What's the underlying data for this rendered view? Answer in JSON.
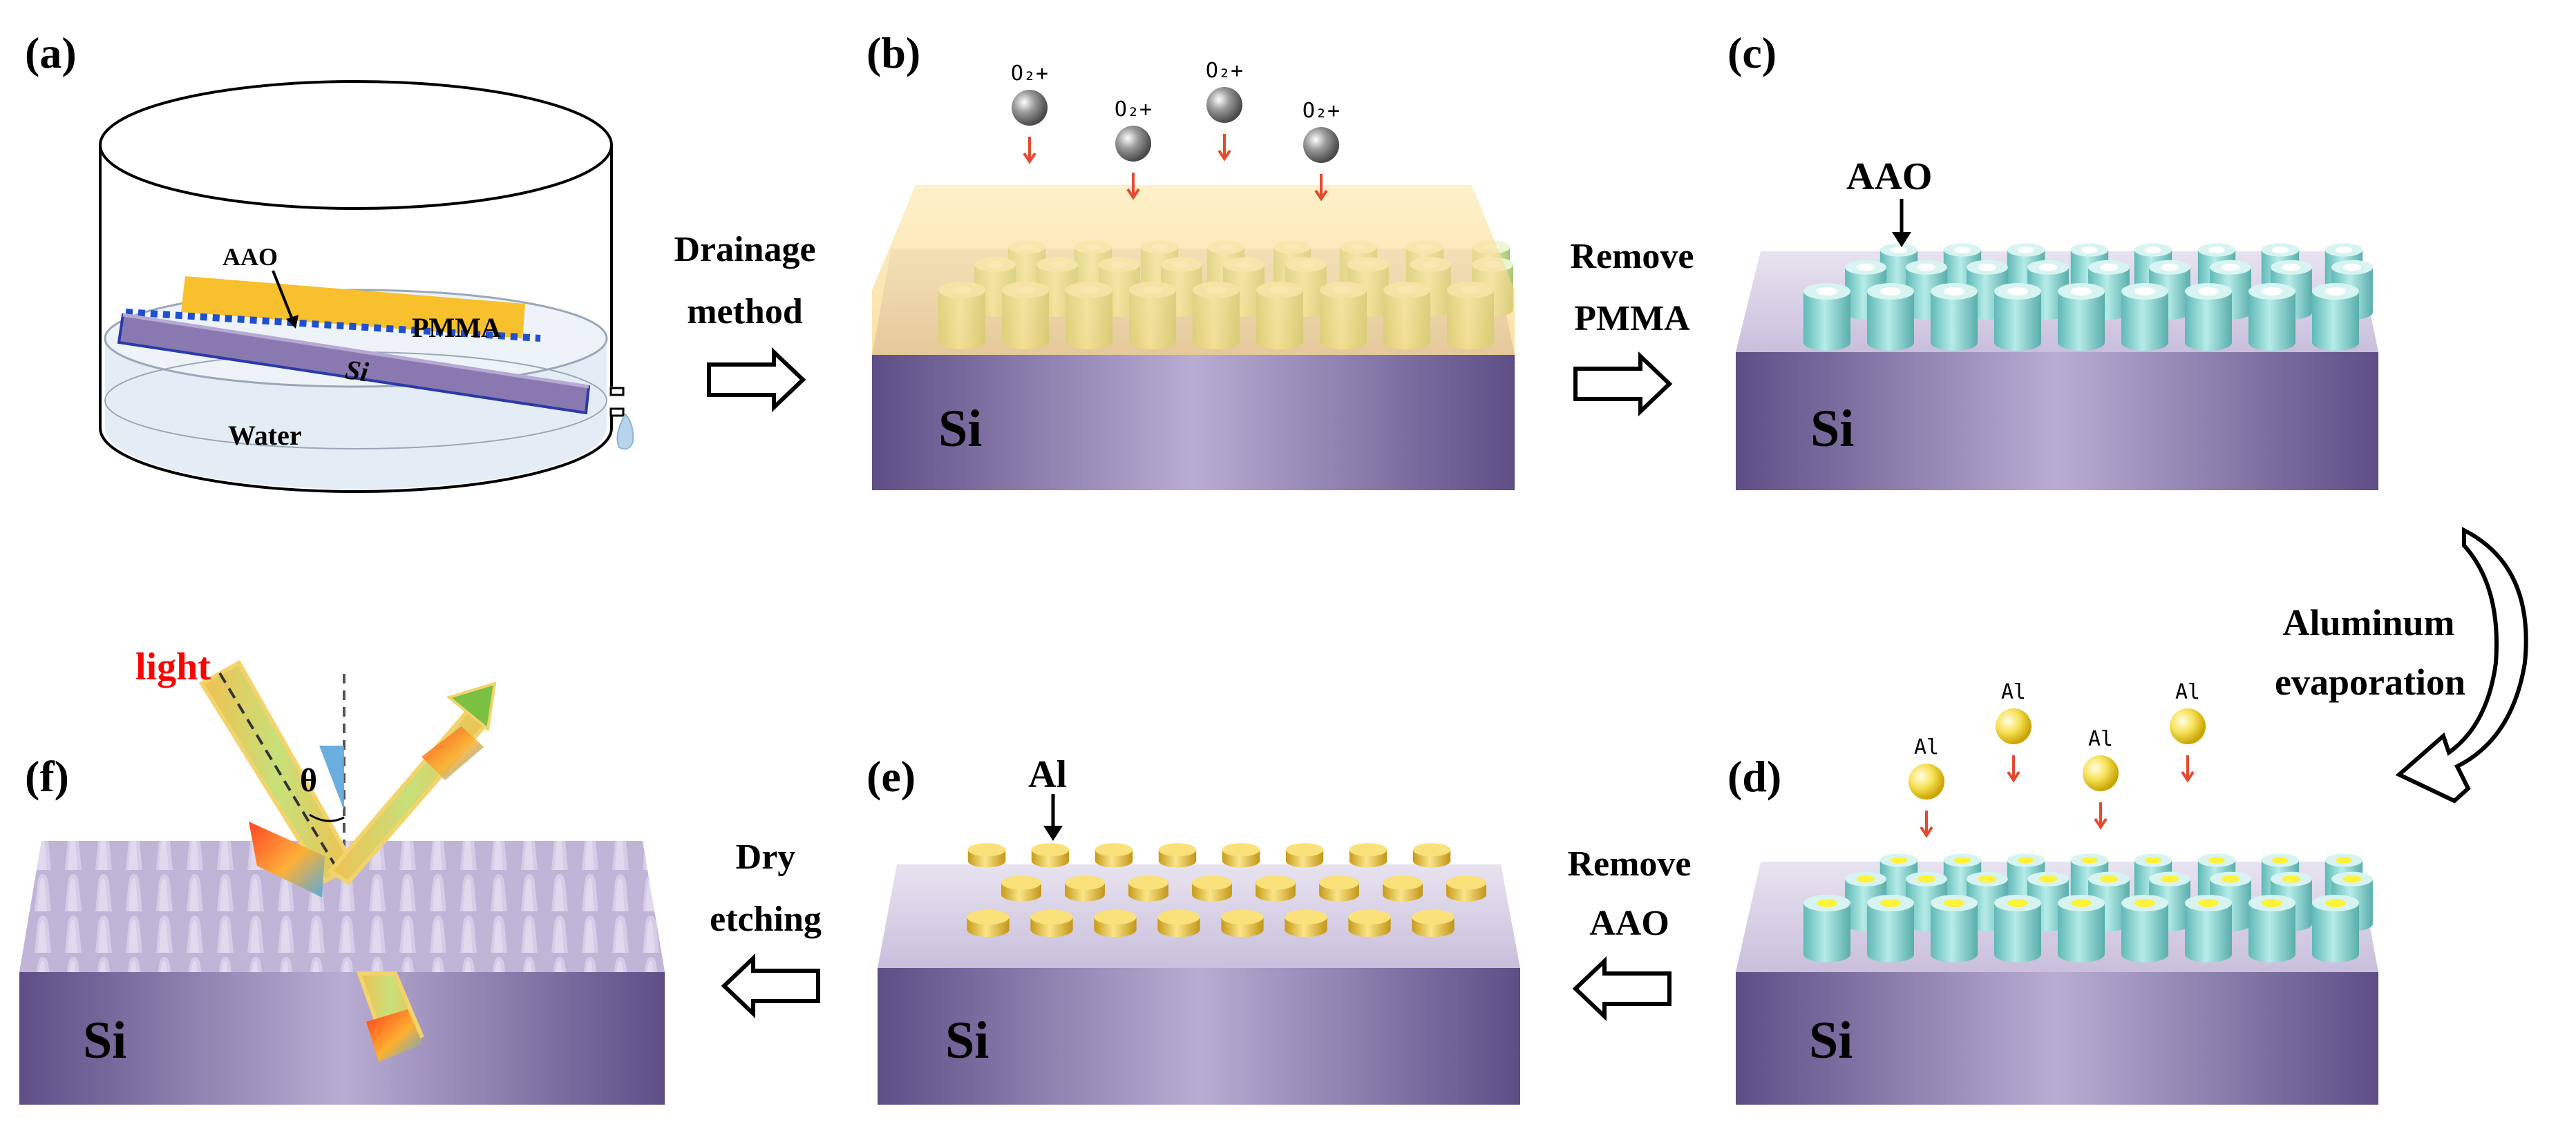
{
  "panels": {
    "a": {
      "label": "(a)",
      "aao": "AAO",
      "pmma": "PMMA",
      "si": "Si",
      "water": "Water"
    },
    "b": {
      "label": "(b)",
      "ion": "O₂+",
      "si": "Si"
    },
    "c": {
      "label": "(c)",
      "aao": "AAO",
      "si": "Si"
    },
    "d": {
      "label": "(d)",
      "al": "Al",
      "si": "Si"
    },
    "e": {
      "label": "(e)",
      "al": "Al",
      "si": "Si"
    },
    "f": {
      "label": "(f)",
      "light": "light",
      "theta": "θ",
      "si": "Si"
    }
  },
  "steps": {
    "drainage_1": "Drainage",
    "drainage_2": "method",
    "remove_pmma_1": "Remove",
    "remove_pmma_2": "PMMA",
    "aluminum_1": "Aluminum",
    "aluminum_2": "evaporation",
    "remove_aao_1": "Remove",
    "remove_aao_2": "AAO",
    "dry_1": "Dry",
    "dry_2": "etching"
  },
  "colors": {
    "si_front": "#6a5a92",
    "si_top": "#ddd6ea",
    "pmma": "#f6c243",
    "aao": "#8fd3cf",
    "aao_green": "#cde3a0",
    "al_gold": "#e9c13e",
    "arrow_red": "#e24b2e",
    "light_red": "#ff0000"
  }
}
